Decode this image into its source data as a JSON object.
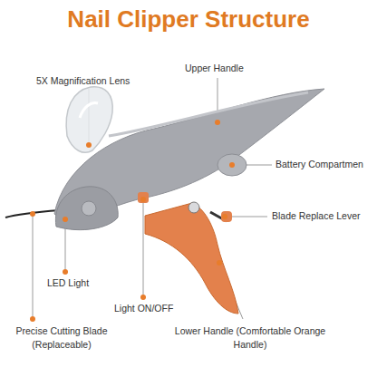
{
  "diagram": {
    "title": "Nail Clipper Structure",
    "labels": [
      "5X Magnification Lens",
      "Upper Handle",
      "Battery Compartmen",
      "Blade Replace Lever",
      "LED Light",
      "Light ON/OFF",
      "Precise Cutting Blade (Replaceable)",
      "Lower Handle (Comfortable Orange Handle)"
    ]
  }
}
